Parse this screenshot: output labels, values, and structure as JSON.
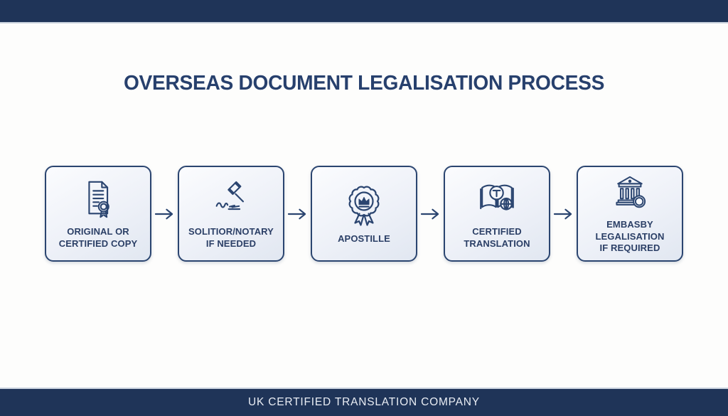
{
  "title": "OVERSEAS DOCUMENT LEGALISATION PROCESS",
  "steps": [
    {
      "label": "ORIGINAL OR\nCERTIFIED COPY",
      "icon": "document-certificate-icon"
    },
    {
      "label": "SOLITIOR/NOTARY\nIF NEEDED",
      "icon": "gavel-notary-icon"
    },
    {
      "label": "APOSTILLE",
      "icon": "apostille-seal-icon"
    },
    {
      "label": "CERTIFIED\nTRANSLATION",
      "icon": "translation-book-icon"
    },
    {
      "label": "EMBASBY\nLEGALISATION\nIF REQUIRED",
      "icon": "embassy-building-icon"
    }
  ],
  "arrow_icon": "right-arrow",
  "footer": {
    "text": "UK CERTIFIED TRANSLATION COMPANY"
  },
  "colors": {
    "navy_bar": "#1f3458",
    "accent": "#2b4570",
    "title_text": "#27406d",
    "label_text": "#2b3f66",
    "box_fill_top": "#fbfcfe",
    "box_fill_bottom": "#e1e7f1",
    "separator_line": "#c9d2de"
  }
}
